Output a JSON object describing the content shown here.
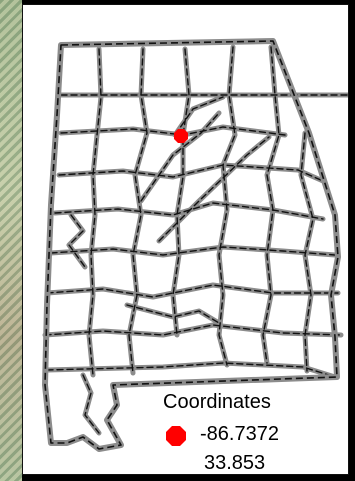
{
  "map": {
    "point": {
      "longitude": -86.7372,
      "latitude": 33.853,
      "color": "#ff0000"
    }
  },
  "legend": {
    "title": "Coordinates",
    "longitude": "-86.7372",
    "latitude": "33.853",
    "marker_icon": "red-octagon-marker-icon"
  },
  "colors": {
    "frame_background": "#ffffff",
    "boundary_gray": "#8c8c8c",
    "boundary_dash": "#111111",
    "marker": "#ff0000"
  }
}
